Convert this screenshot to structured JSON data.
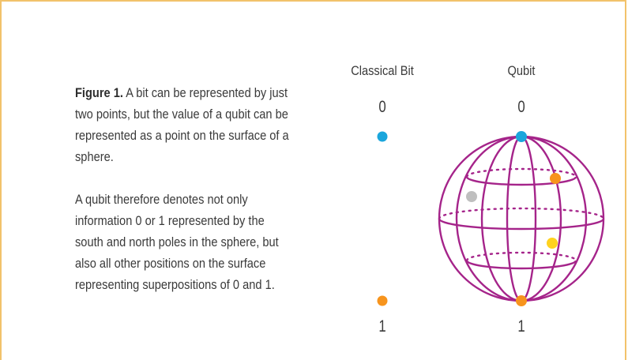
{
  "caption": {
    "figure_label": "Figure 1.",
    "paragraph1": "A bit can be represented by just two points, but the value of a qubit can be represented as a point on the surface of a sphere.",
    "paragraph2": "A qubit therefore denotes not only information 0 or 1 represented by the south and north poles in the sphere, but also all other positions on the surface representing superpositions of 0 and 1."
  },
  "classical_bit": {
    "title": "Classical Bit",
    "top_label": "0",
    "bottom_label": "1"
  },
  "qubit": {
    "title": "Qubit",
    "top_label": "0",
    "bottom_label": "1"
  },
  "colors": {
    "frame": "#f2c26b",
    "sphere": "#a5248a",
    "blue_point": "#1aa6dc",
    "orange_point": "#f7941d",
    "gray_point": "#bfbfbf",
    "yellow_point": "#ffd21f",
    "text": "#3a3a3a"
  }
}
